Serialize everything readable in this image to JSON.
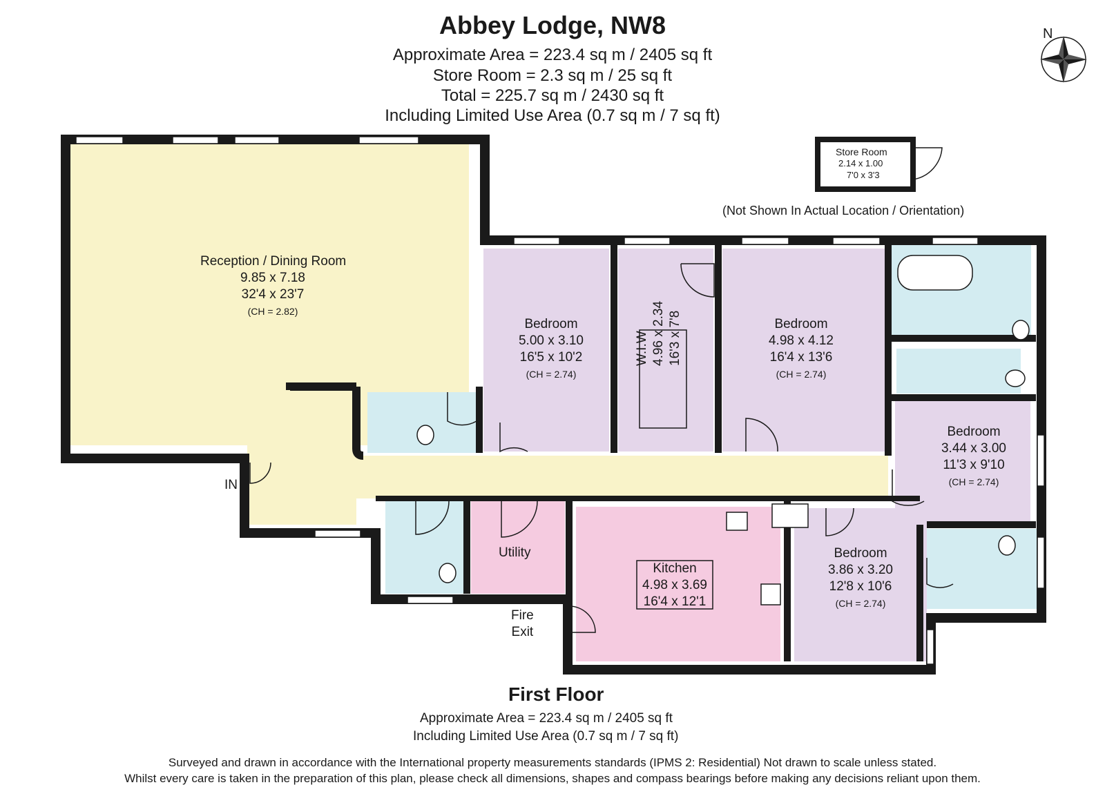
{
  "header": {
    "title": "Abbey Lodge, NW8",
    "lines": [
      "Approximate Area = 223.4 sq m / 2405 sq ft",
      "Store Room = 2.3 sq m / 25 sq ft",
      "Total = 225.7 sq m / 2430 sq ft",
      "Including Limited Use Area (0.7 sq m / 7 sq ft)"
    ]
  },
  "compass": {
    "label": "N"
  },
  "store_room": {
    "name": "Store Room",
    "metric": "2.14 x 1.00",
    "imperial": "7'0 x 3'3",
    "note": "(Not Shown In Actual Location / Orientation)"
  },
  "rooms": {
    "reception": {
      "name": "Reception / Dining Room",
      "metric": "9.85 x 7.18",
      "imperial": "32'4 x 23'7",
      "ch": "(CH = 2.82)"
    },
    "bedroom1": {
      "name": "Bedroom",
      "metric": "5.00 x 3.10",
      "imperial": "16'5 x 10'2",
      "ch": "(CH = 2.74)"
    },
    "wiw": {
      "name": "W.I.W",
      "metric": "4.96 x 2.34",
      "imperial": "16'3 x 7'8"
    },
    "bedroom2": {
      "name": "Bedroom",
      "metric": "4.98 x 4.12",
      "imperial": "16'4 x 13'6",
      "ch": "(CH = 2.74)"
    },
    "bedroom3": {
      "name": "Bedroom",
      "metric": "3.44 x 3.00",
      "imperial": "11'3 x 9'10",
      "ch": "(CH = 2.74)"
    },
    "bedroom4": {
      "name": "Bedroom",
      "metric": "3.86 x 3.20",
      "imperial": "12'8 x 10'6",
      "ch": "(CH = 2.74)"
    },
    "kitchen": {
      "name": "Kitchen",
      "metric": "4.98 x 3.69",
      "imperial": "16'4 x 12'1"
    },
    "utility": {
      "name": "Utility"
    }
  },
  "entrance": {
    "label": "IN"
  },
  "fire_exit": {
    "line1": "Fire",
    "line2": "Exit"
  },
  "floor": {
    "name": "First Floor",
    "area": "Approximate Area = 223.4 sq m / 2405 sq ft",
    "limited": "Including Limited Use Area (0.7 sq m / 7 sq ft)"
  },
  "footer": {
    "line1": "Surveyed and drawn in accordance with the International property measurements standards (IPMS 2: Residential) Not drawn to scale unless stated.",
    "line2": "Whilst every care is taken in the preparation of this plan, please check all dimensions, shapes and compass bearings before making any decisions reliant upon them."
  },
  "colors": {
    "wall": "#1a1a1a",
    "reception": "#f9f3c9",
    "bedroom": "#e4d6ea",
    "bathroom": "#d3ecf1",
    "kitchen": "#f5cbe0",
    "hall": "#f9f3c9"
  }
}
